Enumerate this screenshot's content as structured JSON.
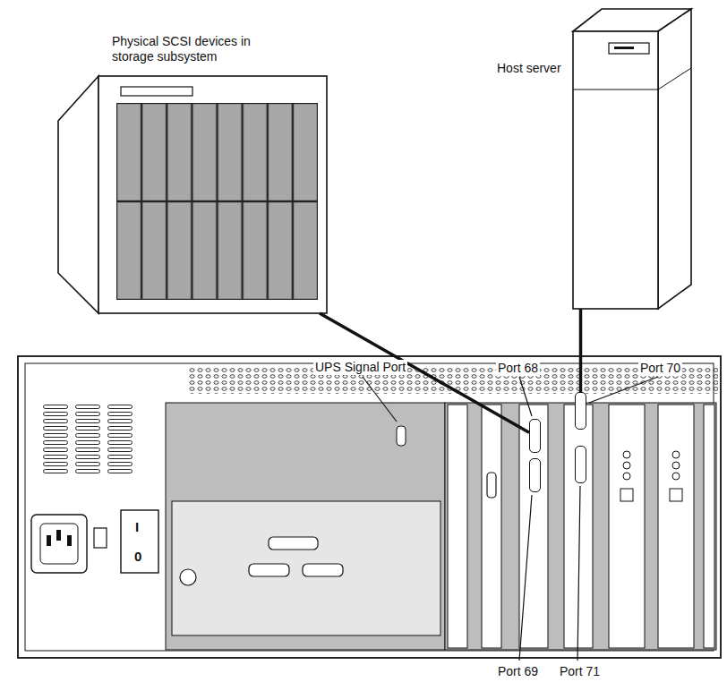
{
  "diagram": {
    "nodes": [
      {
        "text": [
          "Physical SCSI devices in storage subsystem"
        ]
      },
      {
        "text": [
          "Host server"
        ]
      },
      {
        "text": [
          "UPS Signal Port"
        ]
      },
      {
        "text": [
          "Port 68"
        ]
      },
      {
        "text": [
          "Port 69"
        ]
      },
      {
        "text": [
          "Port 70"
        ]
      },
      {
        "text": [
          "Port 71"
        ]
      }
    ],
    "edges": [
      {
        "from": 0,
        "to": 3,
        "arrow": "none"
      },
      {
        "from": 1,
        "to": 5,
        "arrow": "none"
      }
    ],
    "labels": [
      "I",
      "0"
    ]
  }
}
